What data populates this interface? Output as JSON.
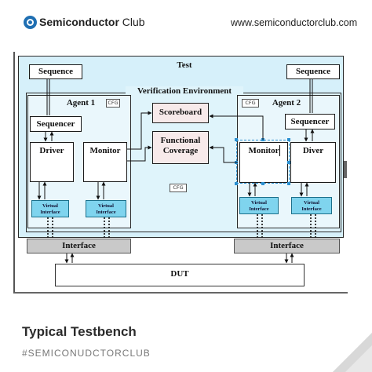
{
  "header": {
    "brand_bold": "Semiconductor",
    "brand_light": "Club",
    "website": "www.semiconductorclub.com",
    "accent": "#1f6fb2"
  },
  "diagram": {
    "test": "Test",
    "sequence_left": "Sequence",
    "sequence_right": "Sequence",
    "verification_env": "Verification Environment",
    "agent1": "Agent 1",
    "agent2": "Agent 2",
    "cfg1": "CFG",
    "cfg2": "CFG",
    "cfg3": "CFG",
    "scoreboard": "Scoreboard",
    "functional_coverage_line1": "Functional",
    "functional_coverage_line2": "Coverage",
    "sequencer_left": "Sequencer",
    "sequencer_right": "Sequencer",
    "driver_left": "Driver",
    "monitor_left": "Monitor",
    "monitor_right": "Monitor",
    "driver_right": "Diver",
    "vif_line1": "Virtual",
    "vif_line2": "Interface",
    "interface_left": "Interface",
    "interface_right": "Interface",
    "dut": "DUT",
    "colors": {
      "test_bg": "#d6f0fa",
      "env_bg": "#dff4fb",
      "scoreboard_bg": "#f7eaea",
      "virtual_interface": "#7fd4ee",
      "interface": "#c9c9c9"
    }
  },
  "footer": {
    "title": "Typical Testbench",
    "hashtag": "#SEMICONUDCTORCLUB"
  }
}
